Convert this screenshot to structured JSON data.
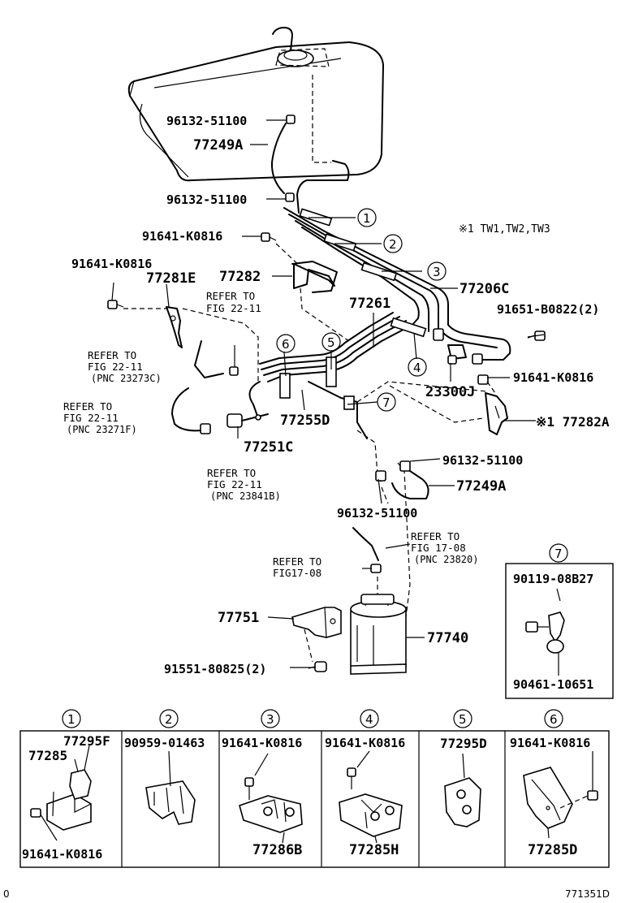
{
  "labels": {
    "l_96132_a": "96132-51100",
    "l_77249a_top": "77249A",
    "l_96132_b": "96132-51100",
    "l_91641_a": "91641-K0816",
    "l_note": "※1 TW1,TW2,TW3",
    "l_91641_b": "91641-K0816",
    "l_77281e": "77281E",
    "l_77282": "77282",
    "l_77206c": "77206C",
    "l_77261": "77261",
    "l_91651": "91651-B0822(2)",
    "l_23300j": "23300J",
    "l_91641_c": "91641-K0816",
    "l_77282a": "※1 77282A",
    "l_77255d": "77255D",
    "l_77251c": "77251C",
    "l_96132_c": "96132-51100",
    "l_77249a_bot": "77249A",
    "l_96132_d": "96132-51100",
    "l_77751": "77751",
    "l_77740": "77740",
    "l_91551": "91551-80825(2)"
  },
  "refs": {
    "r1": [
      "REFER TO",
      "FIG 22-11"
    ],
    "r2": [
      "REFER TO",
      "FIG 22-11",
      "(PNC 23273C)"
    ],
    "r3": [
      "REFER TO",
      "FIG 22-11",
      "(PNC 23271F)"
    ],
    "r4": [
      "REFER TO",
      "FIG 22-11",
      "(PNC 23841B)"
    ],
    "r5": [
      "REFER TO",
      "FIG 17-08",
      "(PNC 23820)"
    ],
    "r6": [
      "REFER TO",
      "FIG17-08"
    ]
  },
  "callouts": [
    "1",
    "2",
    "3",
    "4",
    "5",
    "6",
    "7"
  ],
  "inset7": {
    "number": "7",
    "top": "90119-08B27",
    "bottom": "90461-10651"
  },
  "boxes": [
    {
      "number": "1",
      "labels": [
        "77295F",
        "77285",
        "91641-K0816"
      ]
    },
    {
      "number": "2",
      "labels": [
        "90959-01463"
      ]
    },
    {
      "number": "3",
      "labels": [
        "91641-K0816",
        "77286B"
      ]
    },
    {
      "number": "4",
      "labels": [
        "91641-K0816",
        "77285H"
      ]
    },
    {
      "number": "5",
      "labels": [
        "77295D"
      ]
    },
    {
      "number": "6",
      "labels": [
        "91641-K0816",
        "77285D"
      ]
    }
  ],
  "footer": {
    "left": "0",
    "right": "771351D"
  }
}
